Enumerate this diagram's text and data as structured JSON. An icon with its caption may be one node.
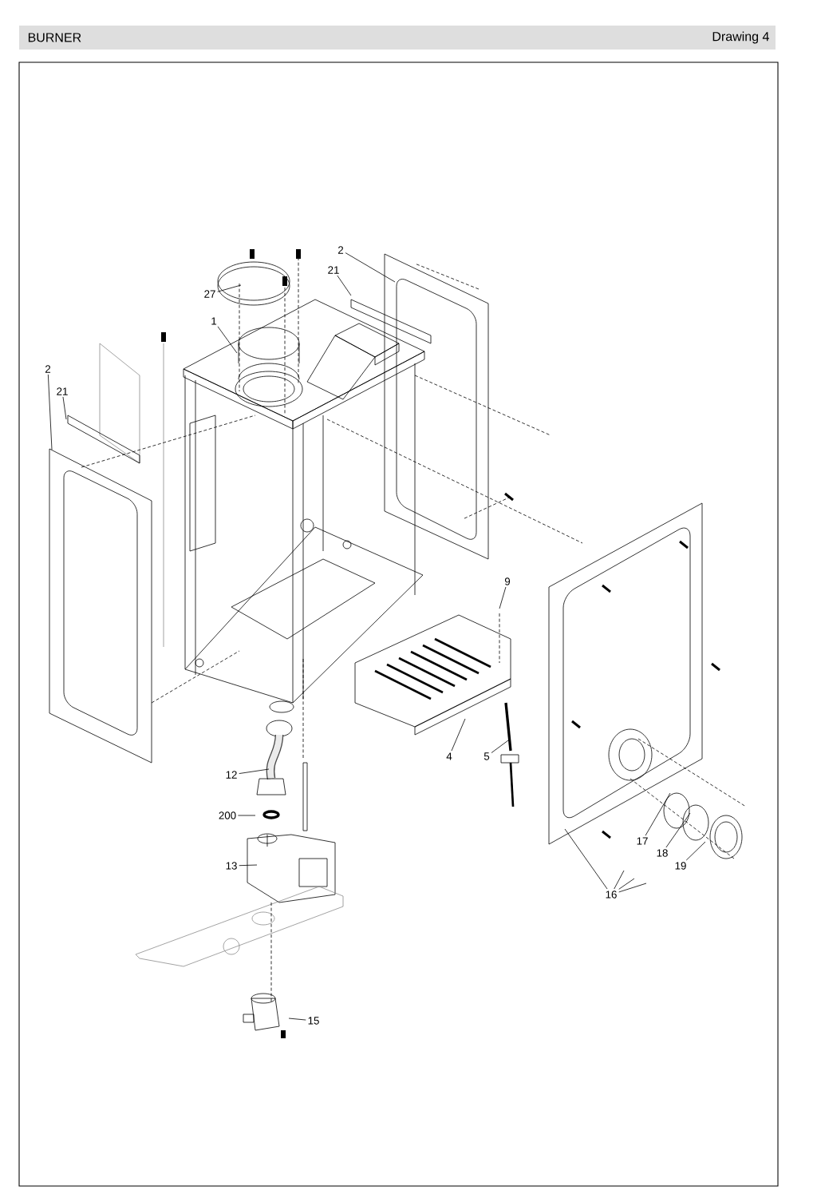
{
  "diagram": {
    "title": "BURNER",
    "nodes": [
      {
        "text": [
          "2"
        ]
      },
      {
        "text": [
          "21"
        ]
      },
      {
        "text": [
          "27"
        ]
      },
      {
        "text": [
          "1"
        ]
      },
      {
        "text": [
          "2"
        ]
      },
      {
        "text": [
          "21"
        ]
      },
      {
        "text": [
          "9"
        ]
      },
      {
        "text": [
          "4"
        ]
      },
      {
        "text": [
          "5"
        ]
      },
      {
        "text": [
          "12"
        ]
      },
      {
        "text": [
          "200"
        ]
      },
      {
        "text": [
          "13"
        ]
      },
      {
        "text": [
          "17"
        ]
      },
      {
        "text": [
          "18"
        ]
      },
      {
        "text": [
          "19"
        ]
      },
      {
        "text": [
          "16"
        ]
      },
      {
        "text": [
          "15"
        ]
      }
    ],
    "edges": [
      {
        "from": 0,
        "to": null,
        "arrow": "none"
      },
      {
        "from": 1,
        "to": null,
        "arrow": "none"
      },
      {
        "from": 2,
        "to": null,
        "arrow": "none"
      },
      {
        "from": 3,
        "to": null,
        "arrow": "none"
      },
      {
        "from": 4,
        "to": null,
        "arrow": "none"
      },
      {
        "from": 5,
        "to": null,
        "arrow": "none"
      },
      {
        "from": 6,
        "to": null,
        "arrow": "none"
      },
      {
        "from": 7,
        "to": null,
        "arrow": "none"
      },
      {
        "from": 8,
        "to": null,
        "arrow": "none"
      },
      {
        "from": 9,
        "to": null,
        "arrow": "none"
      },
      {
        "from": 10,
        "to": null,
        "arrow": "none"
      },
      {
        "from": 11,
        "to": null,
        "arrow": "none"
      },
      {
        "from": 12,
        "to": null,
        "arrow": "none"
      },
      {
        "from": 13,
        "to": null,
        "arrow": "none"
      },
      {
        "from": 14,
        "to": null,
        "arrow": "none"
      },
      {
        "from": 15,
        "to": null,
        "arrow": "none"
      },
      {
        "from": 15,
        "to": null,
        "arrow": "none"
      },
      {
        "from": 15,
        "to": null,
        "arrow": "none"
      },
      {
        "from": 15,
        "to": null,
        "arrow": "none"
      },
      {
        "from": 16,
        "to": null,
        "arrow": "none"
      }
    ],
    "labels": [
      "Drawing 4"
    ]
  }
}
